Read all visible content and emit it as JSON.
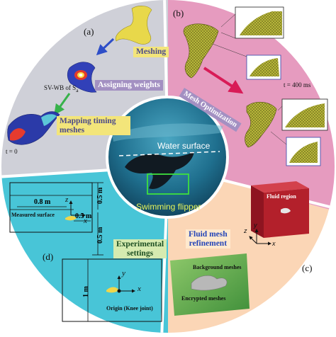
{
  "panels": {
    "a": {
      "letter": "(a)",
      "steps": [
        "Meshing",
        "Assigning weights",
        "Mapping timing meshes"
      ],
      "sv_label": "SV-WB of S",
      "sv_subscript": "a",
      "t_label": "t = 0"
    },
    "b": {
      "letter": "(b)",
      "step": "Mesh Optimization",
      "t_label": "t = 400 ms"
    },
    "c": {
      "letter": "(c)",
      "step_line1": "Fluid mesh",
      "step_line2": "refinement",
      "fluid_region": "Fluid region",
      "background_meshes": "Background meshes",
      "encrypted_meshes": "Encrypted meshes"
    },
    "d": {
      "letter": "(d)",
      "step_line1": "Experimental",
      "step_line2": "settings",
      "dim_08": "0.8 m",
      "dim_05a": "0.5 m",
      "dim_05b": "0.5 m",
      "dim_05c": "0.5 m",
      "dim_1m": "1 m",
      "measured_surface": "Measured surface",
      "origin": "Origin (Knee joint)"
    },
    "center": {
      "water_surface": "Water surface",
      "swimming_flipper": "Swimming flipper"
    }
  },
  "axes": {
    "x": "x",
    "y": "y",
    "z": "z"
  },
  "colors": {
    "sector_a": "#cfd0d8",
    "sector_b": "#e69bbf",
    "sector_c": "#fbd6b6",
    "sector_d": "#48c5d7",
    "water": "#1f6f8e",
    "mesh": "#b7b73a",
    "arrow_blue": "#2e4ec8",
    "arrow_green": "#37b24a",
    "arrow_red": "#d81b57",
    "fluid_box": "#b3202b"
  }
}
